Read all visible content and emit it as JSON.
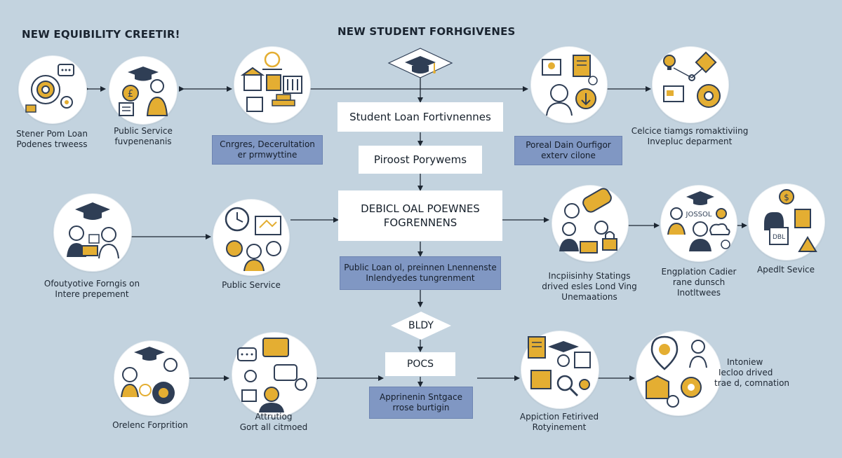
{
  "titles": {
    "left": "NEW EQUIBILITY CREETIR!",
    "center": "NEW STUDENT FORHGIVENES"
  },
  "center_flow": {
    "box1": "Student Loan Fortivnennes",
    "box2": "Piroost Porywems",
    "box3": [
      "DEBICL OAL POEWNES",
      "FOGRENNENS"
    ],
    "blue_mid": [
      "Public Loan ol, preinnen Lnennenste",
      "Inlendyedes tungrenment"
    ],
    "box4": "BLDY",
    "box5": "POCS",
    "blue_bottom": [
      "Apprinenin Sntgace",
      "rrose burtigin"
    ]
  },
  "row1": {
    "left1_label": [
      "Stener Pom Loan",
      "Podenes trweess"
    ],
    "left2_label": [
      "Public Service",
      "fuvpenenanis"
    ],
    "blue_left": [
      "Cnrgres, Decerultation",
      "er prmwyttine"
    ],
    "blue_right": [
      "Poreal Dain Ourfigor",
      "exterv cilone"
    ],
    "right_label": [
      "Celcice tiamgs romaktiviing",
      "Invepluc deparment"
    ]
  },
  "row2": {
    "left1_label": [
      "Ofoutyotive Forngis on",
      "Intere prepement"
    ],
    "left2_label": [
      "Public Service"
    ],
    "right1_label": [
      "Incpiisinhy Statings",
      "drived esles Lond Ving",
      "Unemaations"
    ],
    "right2_label": [
      "Engplation Cadier",
      "rane dunsch",
      "Inotltwees"
    ],
    "right3_label": [
      "Apedlt Sevice"
    ]
  },
  "row3": {
    "left1_label": [
      "Orelenc Forprition"
    ],
    "left2_label": [
      "Attrutiog",
      "Gort all citmoed"
    ],
    "right1_label": [
      "Appiction Fetirived",
      "Rotyinement"
    ],
    "right2_label": [
      "Intoniew",
      "Iecloo drived",
      "trae d, comnation"
    ]
  },
  "icon_text": {
    "sign_pound": "£",
    "sign_dollar": "$",
    "ssol": "JOSSOL",
    "dbl": "DBL"
  },
  "colors": {
    "background": "#c3d3df",
    "flow_blue": "#8097c3",
    "navy": "#2f3e55",
    "gold": "#e4ae32"
  }
}
